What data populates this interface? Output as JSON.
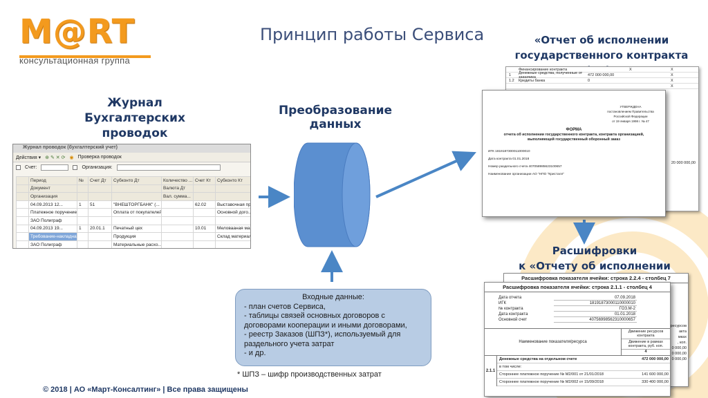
{
  "logo": {
    "text": "M@RT",
    "subtitle": "консультационная группа"
  },
  "title": "Принцип работы Сервиса",
  "journal": {
    "heading": [
      "Журнал",
      "Бухгалтерских",
      "проводок"
    ],
    "window_title": "Журнал проводок (бухгалтерский учет)",
    "toolbar": {
      "actions": "Действия ▾",
      "check": "Проверка проводок"
    },
    "filter": {
      "account": "Счет:",
      "org": "Организация:"
    },
    "header_rows": [
      [
        "",
        "Период",
        "№",
        "Счет Дт",
        "Субконто Дт",
        "Количество ...",
        "Счет Кт",
        "Субконто Кт"
      ],
      [
        "",
        "Документ",
        "",
        "",
        "",
        "Валюта Дт",
        "",
        ""
      ],
      [
        "",
        "Организация",
        "",
        "",
        "",
        "Вал. сумма...",
        "",
        ""
      ]
    ],
    "rows": [
      [
        "",
        "04.09.2013 12...",
        "1",
        "51",
        "\"ВНЕШТОРГБАНК\" (...",
        "",
        "62.02",
        "Выставочная пр..."
      ],
      [
        "",
        "Платежное поручение вхо...",
        "",
        "",
        "Оплата от покупателей",
        "",
        "",
        "Основной дого..."
      ],
      [
        "",
        "ЗАО Полиграф",
        "",
        "",
        "",
        "",
        "",
        ""
      ],
      [
        "",
        "04.09.2013 19...",
        "1",
        "20.01.1",
        "Печатный цех",
        "",
        "10.01",
        "Меловааная ма..."
      ],
      [
        "",
        "Требование-накладная 0...",
        "",
        "",
        "Продукция",
        "",
        "",
        "Склад материал..."
      ],
      [
        "",
        "ЗАО Полиграф",
        "",
        "",
        "Материальные расхо...",
        "",
        "",
        ""
      ]
    ]
  },
  "transform": {
    "heading": [
      "Преобразование",
      "данных"
    ]
  },
  "report": {
    "heading": [
      "«Отчет об исполнении",
      "государственного  контракта (ГК)»"
    ],
    "back_rows": [
      [
        "",
        "Финансирование контракта",
        "",
        "X",
        "X"
      ],
      [
        "1",
        "Денежные средства, полученные от заказчика",
        "472 000 000,00",
        "",
        "X"
      ],
      [
        "1.2",
        "Кредиты банка",
        "0",
        "",
        "X"
      ],
      [
        "",
        "",
        "",
        "",
        "X"
      ]
    ],
    "approved": [
      "УТВЕРЖДЕНА",
      "постановлением Правительства",
      "Российской Федерации",
      "от 19 января 1998 г. № 47"
    ],
    "form_title": "ФОРМА",
    "form_desc": [
      "отчета об исполнении государственного контракта, контракта организацией,",
      "выполняющей государственный оборонный заказ"
    ],
    "right_values": [
      "20 000 000,00"
    ],
    "fields": [
      "ИГК   1819187300011000010",
      "Дата контракта   01.01.2018",
      "Номер раздельного счета   407058985623100657",
      "Наименование организации   АО \"НПО \"Кристалл\""
    ]
  },
  "decode": {
    "heading": [
      "Расшифровки",
      "к «Отчету об исполнении ГК»"
    ],
    "back_title": "Расшифровка показателя ячейки: строка 2.2.4 - столбец 7",
    "front_title": "Расшифровка показателя ячейки: строка 2.1.1 - столбец 4",
    "fields": [
      {
        "k": "Дата отчета",
        "v": "07.09.2018"
      },
      {
        "k": "ИГК",
        "v": "18191873000110000010"
      },
      {
        "k": "№ контракта",
        "v": "ГОЗ.М-2"
      },
      {
        "k": "Дата контракта",
        "v": "01.01.2018"
      },
      {
        "k": "Основной счет",
        "v": "40756998562310000657"
      }
    ],
    "col_name": "Наименование показателя/ресурса",
    "col_move": "Движение ресурсов контракта",
    "col_move_sub": "Движение в рамках контракта, руб. коп.",
    "col_num": "4",
    "back_side": [
      "ресурсов",
      "акта",
      "мках",
      ", коп.",
      "0 000,00",
      "0 000,00",
      "0 000,00"
    ],
    "code": "2.1.1",
    "rows": [
      {
        "name": "Денежные средства на отдельном счете",
        "val": "472 000 000,00",
        "bold": true
      },
      {
        "name": "в том числе:",
        "val": ""
      },
      {
        "name": "Стороннее платежное поручение № М2/001 от 21/01/2018",
        "val": "141 600 000,00"
      },
      {
        "name": "Стороннее платежное поручение № М2/002 от 15/09/2018",
        "val": "330 400 000,00"
      }
    ]
  },
  "input": {
    "title": "Входные данные:",
    "lines": [
      "- план счетов Сервиса,",
      "- таблицы связей основных договоров с",
      "договорами кооперации  и иными договорами,",
      "- реестр Заказов (ШПЗ*), используемый для",
      "раздельного учета затрат",
      "- и др."
    ],
    "footnote": "* ШПЗ – шифр производственных затрат"
  },
  "footer": "© 2018 | АО «Март-Консалтинг»  | Все права защищены",
  "colors": {
    "accent": "#f39a1e",
    "title": "#1f3864",
    "arrow": "#4a86c5",
    "cylinder": "#5b8fd0",
    "box": "#b8cce4"
  }
}
